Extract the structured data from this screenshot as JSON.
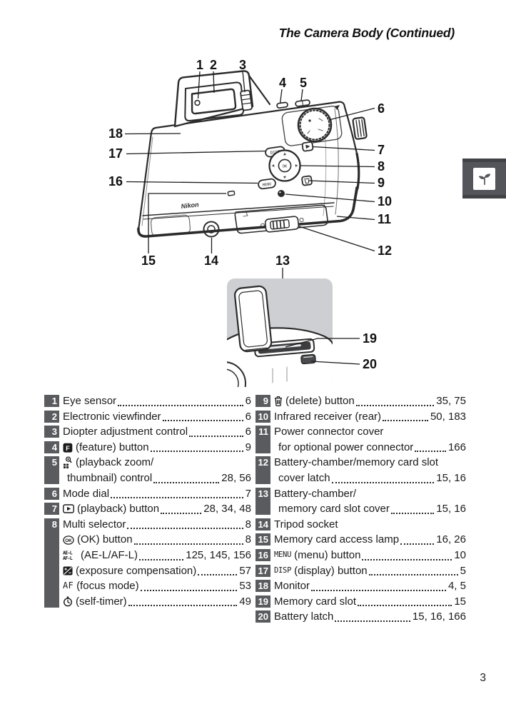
{
  "page": {
    "header": "The Camera Body (Continued)",
    "page_number": "3"
  },
  "side_tab": {
    "icon": "sprout-icon"
  },
  "colors": {
    "badge_gray": "#595b5e",
    "tab_gray": "#53555a",
    "inset_gray": "#cdcfd2",
    "line_art": "#2b2b2b"
  },
  "diagram": {
    "callouts": [
      "1",
      "2",
      "3",
      "4",
      "5",
      "6",
      "7",
      "8",
      "9",
      "10",
      "11",
      "12",
      "13",
      "14",
      "15",
      "16",
      "17",
      "18",
      "19",
      "20"
    ],
    "labels": {
      "brand": "Nikon",
      "ok": "OK",
      "menu": "MENU",
      "disp": "DISP"
    }
  },
  "parts_list": {
    "left": [
      {
        "num": "1",
        "rows": [
          {
            "text": "Eye sensor",
            "dots": true,
            "pages": "6"
          }
        ]
      },
      {
        "num": "2",
        "rows": [
          {
            "text": "Electronic viewfinder",
            "dots": true,
            "pages": "6"
          }
        ]
      },
      {
        "num": "3",
        "rows": [
          {
            "text": "Diopter adjustment control ",
            "dots": true,
            "pages": "6"
          }
        ]
      },
      {
        "num": "4",
        "rows": [
          {
            "icon": "feature-button",
            "icon_text": "F",
            "text": "(feature) button ",
            "dots": true,
            "pages": "9"
          }
        ]
      },
      {
        "num": "5",
        "rows": [
          {
            "icon": "playback-zoom-thumbnail",
            "text": "(playback zoom/"
          },
          {
            "text": "thumbnail) control",
            "indent": true,
            "dots": true,
            "pages": "28, 56"
          }
        ]
      },
      {
        "num": "6",
        "rows": [
          {
            "text": "Mode dial",
            "dots": true,
            "pages": "7"
          }
        ]
      },
      {
        "num": "7",
        "rows": [
          {
            "icon": "playback",
            "text": "(playback) button ",
            "dots": true,
            "pages": "28, 34, 48"
          }
        ]
      },
      {
        "num": "8",
        "rows": [
          {
            "text": "Multi selector",
            "dots": true,
            "pages": "8"
          },
          {
            "icon": "ok-button",
            "icon_text": "OK",
            "text": "(OK) button",
            "dots": true,
            "pages": "8"
          },
          {
            "icon": "ae-l-af-l",
            "icon_text": "AE-L/AF-L",
            "text": "(AE-L/AF-L)",
            "dots": true,
            "pages": "125, 145, 156"
          },
          {
            "icon": "exposure-compensation",
            "text": "(exposure compensation)",
            "dots": true,
            "pages": "57"
          },
          {
            "icon": "af-label",
            "icon_text": "AF",
            "text": "(focus mode) ",
            "dots": true,
            "pages": "53"
          },
          {
            "icon": "self-timer",
            "text": "(self-timer)",
            "dots": true,
            "pages": "49"
          }
        ]
      }
    ],
    "right": [
      {
        "num": "9",
        "rows": [
          {
            "icon": "delete",
            "text": "(delete) button",
            "dots": true,
            "pages": "35, 75"
          }
        ]
      },
      {
        "num": "10",
        "rows": [
          {
            "text": "Infrared receiver (rear)",
            "dots": true,
            "pages": "50, 183"
          }
        ]
      },
      {
        "num": "11",
        "rows": [
          {
            "text": "Power connector cover"
          },
          {
            "text": "for optional power connector",
            "indent": true,
            "dots": true,
            "pages": "166"
          }
        ]
      },
      {
        "num": "12",
        "rows": [
          {
            "text": "Battery-chamber/memory card slot"
          },
          {
            "text": "cover latch",
            "indent": true,
            "dots": true,
            "pages": "15, 16"
          }
        ]
      },
      {
        "num": "13",
        "rows": [
          {
            "text": "Battery-chamber/"
          },
          {
            "text": "memory card slot cover",
            "indent": true,
            "dots": true,
            "pages": "15, 16"
          }
        ]
      },
      {
        "num": "14",
        "rows": [
          {
            "text": "Tripod socket"
          }
        ]
      },
      {
        "num": "15",
        "rows": [
          {
            "text": "Memory card access lamp",
            "dots": true,
            "pages": "16, 26"
          }
        ]
      },
      {
        "num": "16",
        "rows": [
          {
            "icon": "menu-label",
            "icon_text": "MENU",
            "text": "(menu) button ",
            "dots": true,
            "pages": "10"
          }
        ]
      },
      {
        "num": "17",
        "rows": [
          {
            "icon": "disp-label",
            "icon_text": "DISP",
            "text": "(display) button",
            "dots": true,
            "pages": "5"
          }
        ]
      },
      {
        "num": "18",
        "rows": [
          {
            "text": "Monitor ",
            "dots": true,
            "pages": "4, 5"
          }
        ]
      },
      {
        "num": "19",
        "rows": [
          {
            "text": "Memory card slot",
            "dots": true,
            "pages": "15"
          }
        ]
      },
      {
        "num": "20",
        "rows": [
          {
            "text": "Battery latch",
            "dots": true,
            "pages": "15, 16, 166"
          }
        ]
      }
    ]
  }
}
